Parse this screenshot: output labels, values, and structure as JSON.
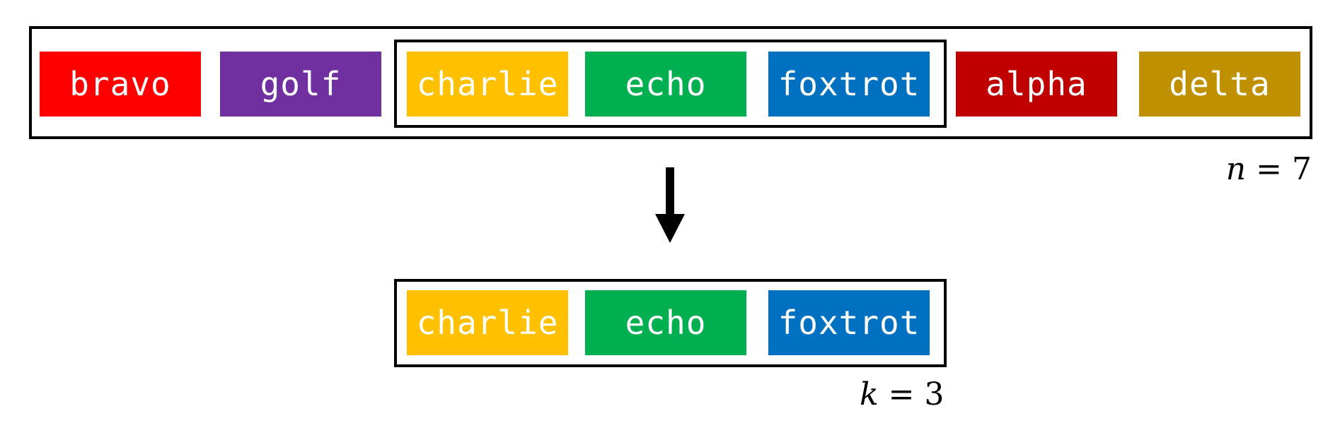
{
  "sequence": {
    "items": [
      {
        "label": "bravo",
        "color": "#ff0000"
      },
      {
        "label": "golf",
        "color": "#7030a0"
      },
      {
        "label": "charlie",
        "color": "#ffc000"
      },
      {
        "label": "echo",
        "color": "#00b050"
      },
      {
        "label": "foxtrot",
        "color": "#0070c0"
      },
      {
        "label": "alpha",
        "color": "#c00000"
      },
      {
        "label": "delta",
        "color": "#bf9000"
      }
    ],
    "n_var": "n",
    "n_equals": "=",
    "n_value": "7"
  },
  "result": {
    "items": [
      {
        "label": "charlie",
        "color": "#ffc000"
      },
      {
        "label": "echo",
        "color": "#00b050"
      },
      {
        "label": "foxtrot",
        "color": "#0070c0"
      }
    ],
    "k_var": "k",
    "k_equals": "=",
    "k_value": "3"
  },
  "arrow_icon": "down-arrow-icon",
  "frame_color": "#000000"
}
